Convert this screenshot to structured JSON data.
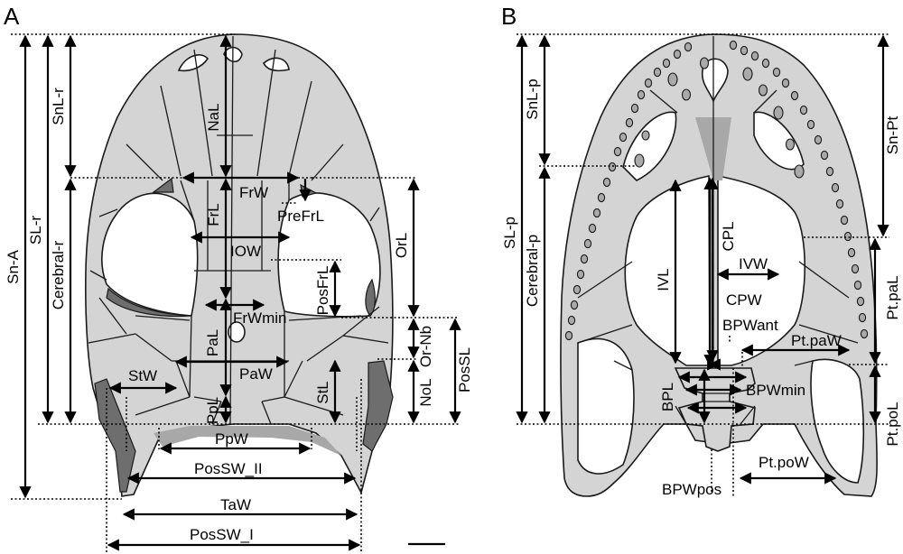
{
  "panels": [
    {
      "letter": "A",
      "labels": {
        "sn_a": "Sn-A",
        "sl_r": "SL-r",
        "snl_r": "SnL-r",
        "cerebral_r": "Cerebral-r",
        "nal": "NaL",
        "frw": "FrW",
        "frl": "FrL",
        "prefrl": "PreFrL",
        "iow": "IOW",
        "posfrl": "PosFrL",
        "orl": "OrL",
        "frwmin": "FrWmin",
        "or_nb": "Or-Nb",
        "possl": "PosSL",
        "pal": "PaL",
        "paw": "PaW",
        "stw": "StW",
        "stl": "StL",
        "nol": "NoL",
        "ppl": "PpL",
        "ppw": "PpW",
        "possw_ii": "PosSW_II",
        "taw": "TaW",
        "possw_i": "PosSW_I"
      }
    },
    {
      "letter": "B",
      "labels": {
        "snl_p": "SnL-p",
        "sl_p": "SL-p",
        "cerebral_p": "Cerebral-p",
        "sn_pt": "Sn-Pt",
        "cpl": "CPL",
        "ivl": "IVL",
        "ivw": "IVW",
        "cpw": "CPW",
        "bpwant": "BPWant",
        "pt_paw": "Pt.paW",
        "pt_pal": "Pt.paL",
        "bpl": "BPL",
        "bpwmin": "BPWmin",
        "bpwpos": "BPWpos",
        "pt_pow": "Pt.poW",
        "pt_pol": "Pt.poL"
      }
    }
  ],
  "colors": {
    "bone": "#d4d4d4",
    "dark_region": "#6e6e6e",
    "line": "#000000"
  }
}
